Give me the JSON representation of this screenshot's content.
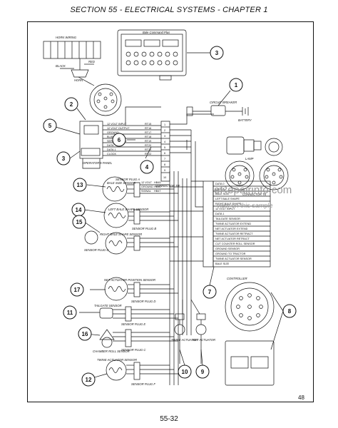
{
  "header": {
    "title": "SECTION 55 - ELECTRICAL SYSTEMS - CHAPTER 1"
  },
  "footer": {
    "page_number": "55-32",
    "figure_number": "48"
  },
  "watermark": {
    "line1": "eRepairinfo.com",
    "line2": "view on this sample"
  },
  "diagram": {
    "top_labels": {
      "horn_wiring": "HORN WIRING",
      "monitor_brand": "Bale Command Plus",
      "horn": "HORN",
      "black": "BLACK",
      "red": "RED",
      "operator_panel": "OPERATOR'S PANEL",
      "connector_tie": "CONNECTOR TIE",
      "connector_t6": "CONNECTOR T6",
      "controller": "CONTROLLER",
      "circuit_breaker": "CIRCUIT BREAKER",
      "battery": "BATTERY",
      "lamp": "LAMP"
    },
    "panel_wires": [
      "12 VOLT INPUT",
      "12 VOLT OUTPUT",
      "GROUND",
      "BLANK",
      "SERIAL CLOCK",
      "DATA",
      "DATA 1",
      "CLOCK"
    ],
    "panel_wire_codes": [
      "RT15",
      "RT16",
      "RT17",
      "RT18",
      "RT19",
      "RT20",
      "RT21",
      "RT22"
    ],
    "tie_pins": [
      "1",
      "2",
      "3",
      "4",
      "5",
      "6",
      "7",
      "8",
      "9",
      "10"
    ],
    "controller_wires": [
      "DATA 0",
      "CLOCK",
      "BALE SIZE",
      "LEFT BALE SHAPE",
      "RIGHT BALE SHAPE",
      "12 VOLT INPUT",
      "DATA 1",
      "TAILGATE SENSOR",
      "TWINE ACTUATOR EXTEND",
      "NET ACTUATOR EXTEND",
      "TWINE ACTUATOR RETRACT",
      "NET ACTUATOR RETRACT",
      "CUT COUNTER ROLL SENSOR",
      "GROUND SENSOR",
      "GROUND TO TRACTOR",
      "TWINE ACTUATOR SENSOR",
      "BALE SIZE"
    ],
    "sensors": [
      {
        "label": "BALE SIZE SENSOR",
        "plug": "SENSOR PLUG A"
      },
      {
        "label": "LEFT BALE SHAPE SENSOR",
        "plug": "SENSOR PLUG B"
      },
      {
        "label": "RIGHT BALE SHAPE SENSOR",
        "plug": "SENSOR PLUG C"
      },
      {
        "label": "NET ACTUATOR POSITION SENSOR",
        "plug": "SENSOR PLUG D"
      },
      {
        "label": "TAILGATE SENSOR",
        "plug": "SENSOR PLUG E"
      },
      {
        "label": "CHAMBER ROLL SENSOR",
        "plug": "SENSOR PLUG C"
      },
      {
        "label": "TWINE ACTUATOR SENSOR",
        "plug": "SENSOR PLUG F"
      }
    ],
    "sensor_wire_labels": [
      "12 VOLT",
      "GROUND",
      "SIGNAL"
    ],
    "sensor_wire_codes": [
      "HB45",
      "HB46",
      "HB47"
    ],
    "actuators": [
      "TWINE ACTUATOR",
      "NET ACTUATOR"
    ],
    "callouts": [
      "1",
      "2",
      "3",
      "3",
      "4",
      "5",
      "6",
      "7",
      "8",
      "9",
      "10",
      "11",
      "12",
      "13",
      "14",
      "15",
      "16",
      "17"
    ]
  }
}
